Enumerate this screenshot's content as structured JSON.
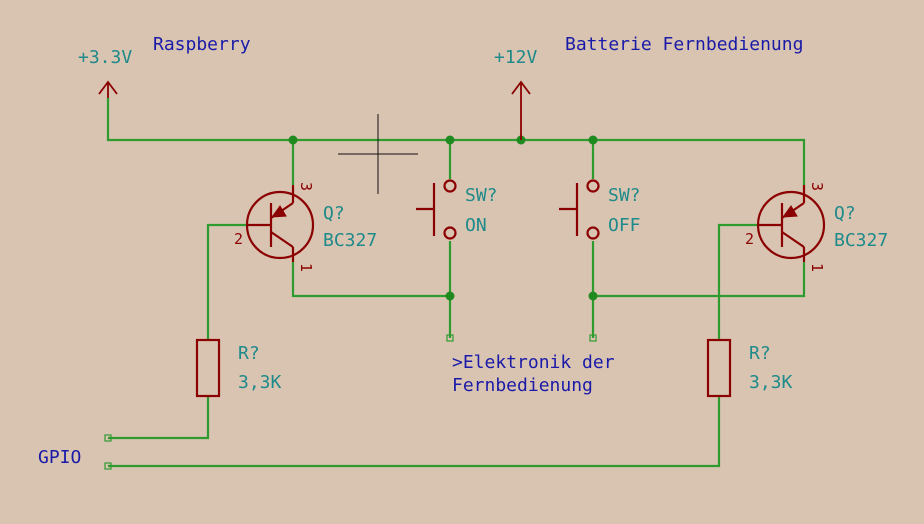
{
  "power": {
    "v33": "+3.3V",
    "v12": "+12V"
  },
  "notes": {
    "raspberry": "Raspberry",
    "battery": "Batterie Fernbedienung",
    "electronics_line1": ">Elektronik der",
    "electronics_line2": "Fernbedienung",
    "gpio": "GPIO"
  },
  "transistors": [
    {
      "ref": "Q?",
      "value": "BC327",
      "pin_base": "2",
      "pin_emitter": "3",
      "pin_collector": "1"
    },
    {
      "ref": "Q?",
      "value": "BC327",
      "pin_base": "2",
      "pin_emitter": "3",
      "pin_collector": "1"
    }
  ],
  "switches": [
    {
      "ref": "SW?",
      "value": "ON"
    },
    {
      "ref": "SW?",
      "value": "OFF"
    }
  ],
  "resistors": [
    {
      "ref": "R?",
      "value": "3,3K"
    },
    {
      "ref": "R?",
      "value": "3,3K"
    }
  ],
  "colors": {
    "background": "#D9C4B1",
    "wire": "#2f9b2f",
    "component": "#8b0000",
    "reference_text": "#1f8a8a",
    "note_text": "#1a1aa8"
  }
}
